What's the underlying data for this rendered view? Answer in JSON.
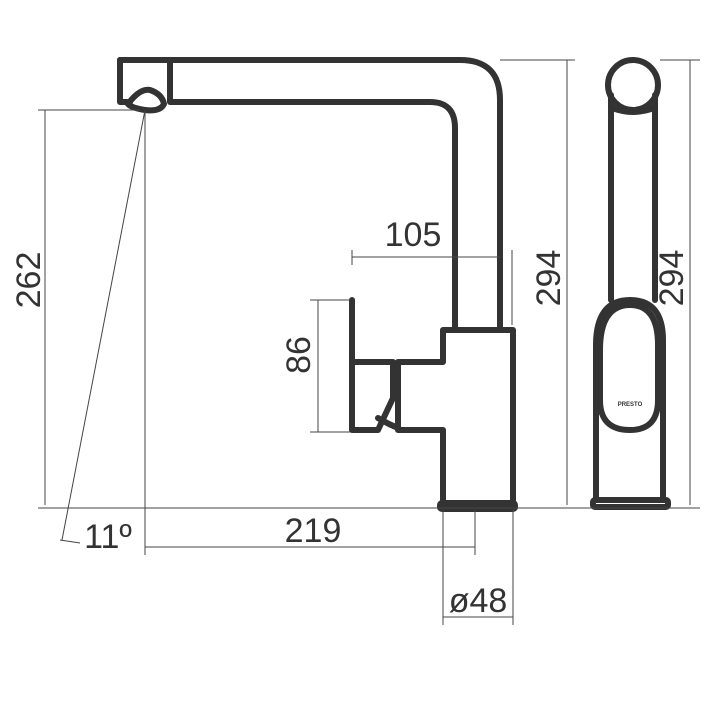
{
  "drawing": {
    "dimensions": {
      "spout_height": "262",
      "total_height_front": "294",
      "total_height_side": "294",
      "lever_offset": "105",
      "lever_height": "86",
      "spout_reach": "219",
      "spout_angle": "11º",
      "base_diameter": "ø48"
    },
    "logo_text": "PRESTO",
    "line_color": "#333333"
  }
}
